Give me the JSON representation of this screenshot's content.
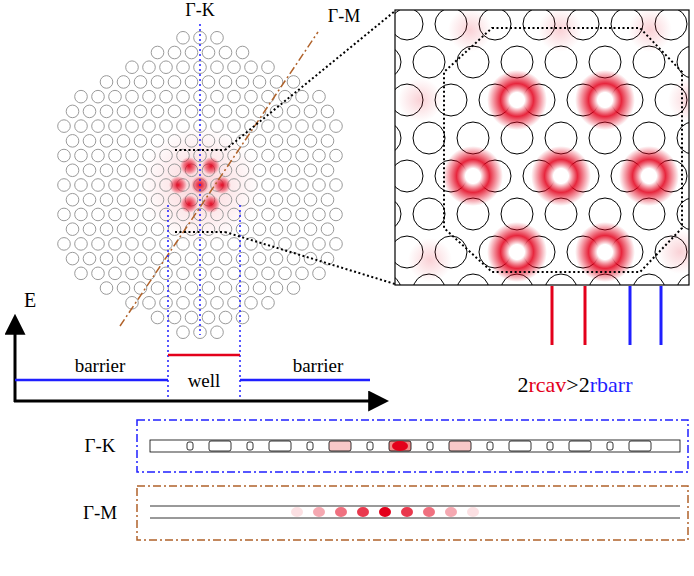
{
  "diagram": {
    "labels": [
      "Γ-K",
      "Γ-M",
      "E",
      "barrier",
      "well",
      "barrier",
      "2",
      "rcav",
      ">2",
      "rbarr",
      "Γ-K",
      "Γ-M"
    ]
  }
}
